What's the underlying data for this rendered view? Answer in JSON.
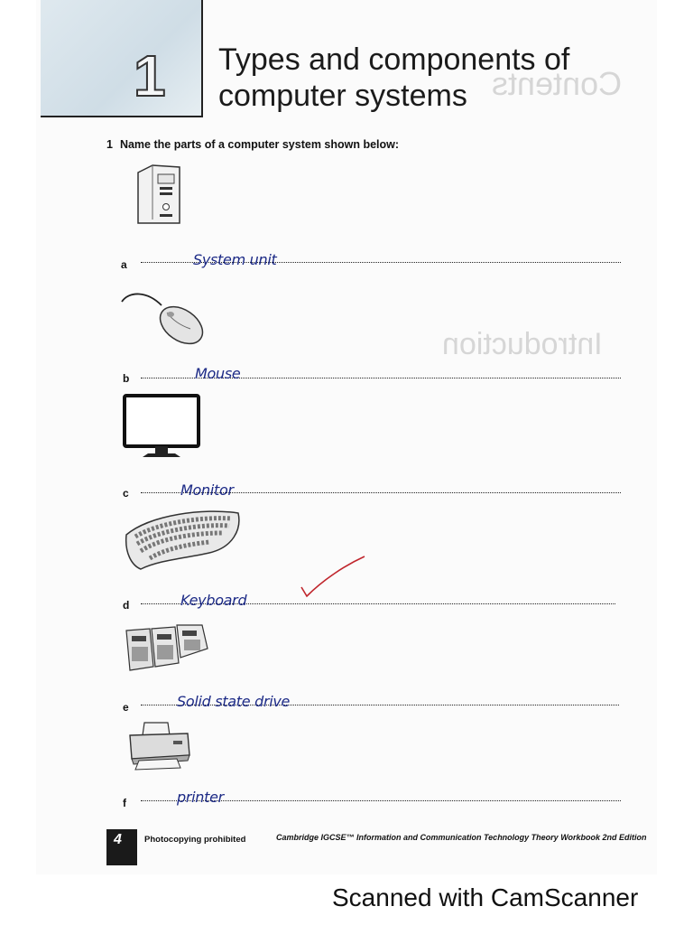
{
  "chapter": {
    "number": "1",
    "title_line1": "Types and components of",
    "title_line2": "computer systems"
  },
  "question": {
    "number": "1",
    "text": "Name the parts of a computer system shown below:"
  },
  "items": [
    {
      "letter": "a",
      "answer": "System unit",
      "icon": "system-unit-icon"
    },
    {
      "letter": "b",
      "answer": "Mouse",
      "icon": "mouse-icon"
    },
    {
      "letter": "c",
      "answer": "Monitor",
      "icon": "monitor-icon"
    },
    {
      "letter": "d",
      "answer": "Keyboard",
      "icon": "keyboard-icon"
    },
    {
      "letter": "e",
      "answer": "Solid state drive",
      "icon": "ssd-icon"
    },
    {
      "letter": "f",
      "answer": "printer",
      "icon": "printer-icon"
    }
  ],
  "footer": {
    "page_number": "4",
    "left_text": "Photocopying prohibited",
    "right_text": "Cambridge IGCSE™ Information and Communication Technology Theory Workbook 2nd Edition"
  },
  "watermark": "Scanned with CamScanner",
  "colors": {
    "ink": "#1c2a86",
    "tick": "#c0262d",
    "chapter_box": "#d7e3ea"
  }
}
